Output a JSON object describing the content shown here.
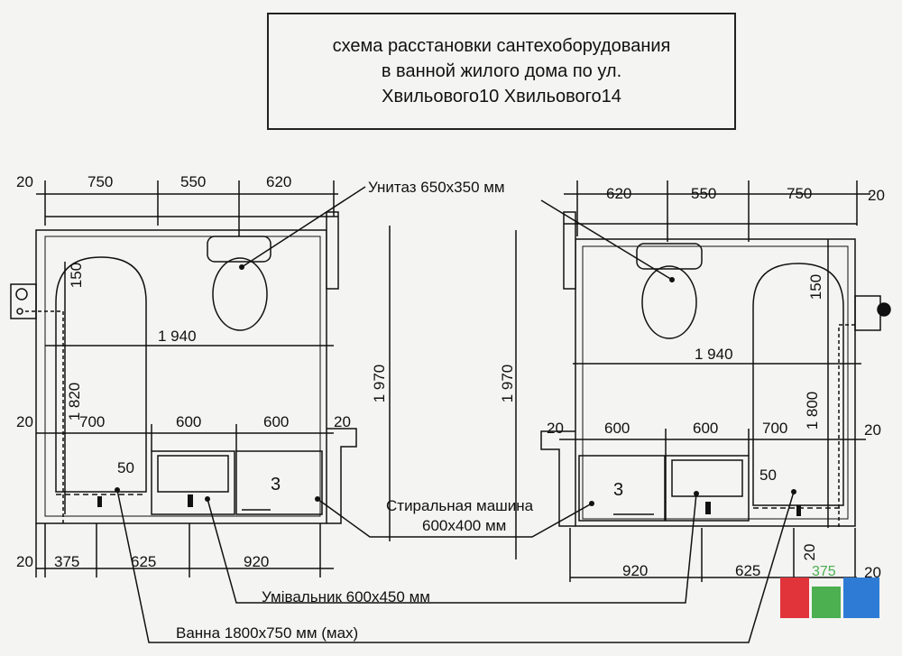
{
  "title": {
    "line1": "схема расстановки сантехоборудования",
    "line2": "в ванной жилого дома по ул.",
    "line3": "Хвильового10 Хвильового14"
  },
  "labels": {
    "toilet": "Унитаз 650х350 мм",
    "washer_line1": "Стиральная машина",
    "washer_line2": "600х400 мм",
    "sink": "Умівальник 600х450 мм",
    "bath": "Ванна 1800х750 мм (мах)"
  },
  "left_plan": {
    "top_dims": [
      "20",
      "750",
      "550",
      "620"
    ],
    "side_150": "150",
    "width_1940": "1 940",
    "height_1820": "1 820",
    "height_1970": "1 970",
    "mid_dims": [
      "20",
      "700",
      "600",
      "600",
      "20"
    ],
    "mark_50": "50",
    "washer_num": "3",
    "bottom_dims": [
      "20",
      "375",
      "625",
      "920"
    ]
  },
  "right_plan": {
    "top_dims": [
      "620",
      "550",
      "750",
      "20"
    ],
    "side_150": "150",
    "width_1940": "1 940",
    "height_1800": "1 800",
    "height_1970": "1 970",
    "mid_dims": [
      "20",
      "600",
      "600",
      "700",
      "20"
    ],
    "mark_50": "50",
    "washer_num": "3",
    "bottom_dims": [
      "920",
      "625",
      "20",
      "20"
    ]
  },
  "logo": {
    "text": "375"
  },
  "colors": {
    "line": "#111111",
    "paper": "#f4f4f2",
    "logo_red": "#e0333a",
    "logo_green": "#4caf50",
    "logo_blue": "#2e7bd6"
  }
}
